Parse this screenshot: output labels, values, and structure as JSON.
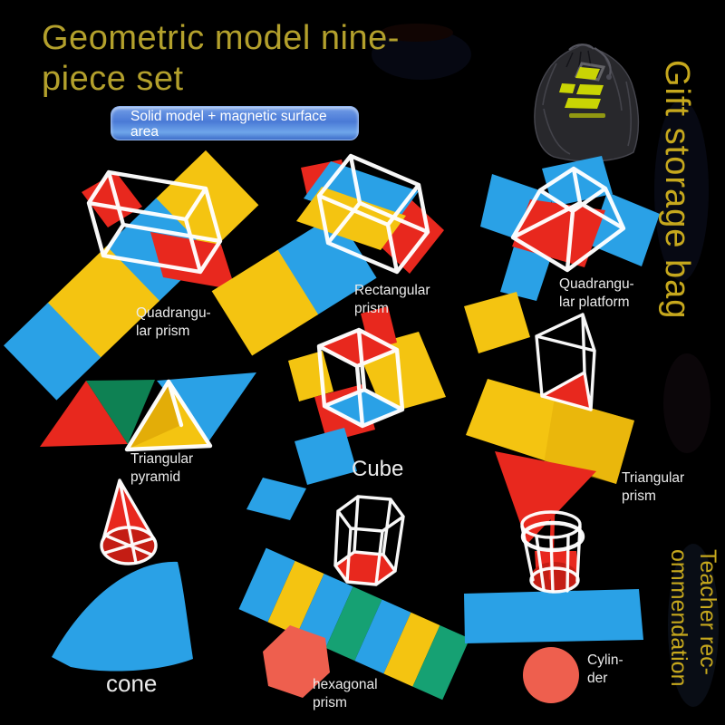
{
  "title": {
    "lines": [
      "Geometric model nine-",
      "piece set"
    ]
  },
  "banner": {
    "lines": [
      "Solid model + magnetic surface",
      "area"
    ]
  },
  "side_labels": {
    "gift": "Gift storage bag",
    "teacher_lines": [
      "Teacher rec-",
      "ommendation"
    ]
  },
  "shapes": [
    {
      "id": "quadrangular-prism",
      "lines": [
        "Quadrangu-",
        "lar prism"
      ]
    },
    {
      "id": "rectangular-prism",
      "lines": [
        "Rectangular",
        "prism"
      ]
    },
    {
      "id": "quadrangular-platform",
      "lines": [
        "Quadrangu-",
        "lar platform"
      ]
    },
    {
      "id": "triangular-pyramid",
      "lines": [
        "Triangular",
        "pyramid"
      ]
    },
    {
      "id": "cube",
      "lines": [
        "Cube"
      ]
    },
    {
      "id": "triangular-prism",
      "lines": [
        "Triangular",
        "prism"
      ]
    },
    {
      "id": "cone",
      "lines": [
        "cone"
      ]
    },
    {
      "id": "hexagonal-prism",
      "lines": [
        "hexagonal",
        "prism"
      ]
    },
    {
      "id": "cylinder",
      "lines": [
        "Cylin-",
        "der"
      ]
    }
  ],
  "icons": {
    "bag": "black-drawstring-storage-bag"
  },
  "colors": {
    "bg": "#000000",
    "gold_title": "#b3a02c",
    "gold_side": "#c6a81d",
    "label": "#ebebeb",
    "banner_text": "#ffffff",
    "red": "#e8281e",
    "red_deep": "#c41d14",
    "coral": "#ee5f4e",
    "yellow": "#f4c411",
    "yellow_deep": "#dfa907",
    "blue": "#2aa1e6",
    "green": "#16a173",
    "green_deep": "#0e8153",
    "wire": "#ffffff",
    "bag": "#28282c",
    "bag_line": "#46464e",
    "logo": "#c9d404"
  }
}
